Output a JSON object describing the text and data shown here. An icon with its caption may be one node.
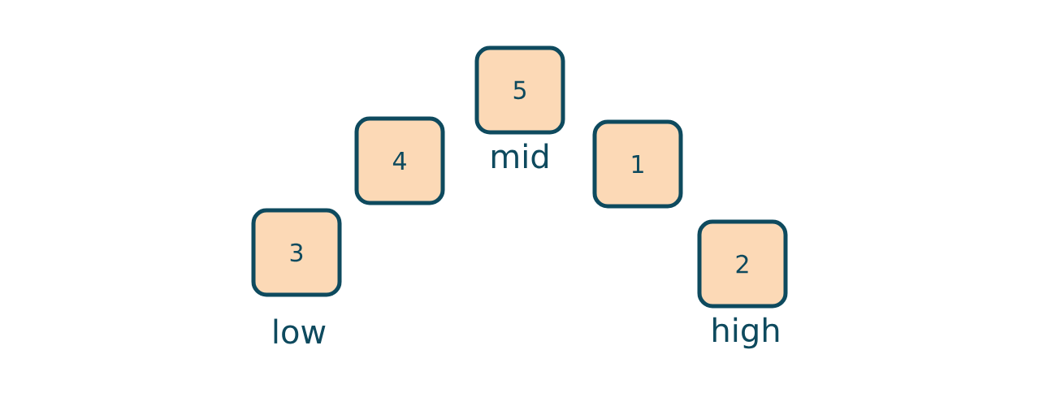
{
  "diagram": {
    "nodes": [
      {
        "text": [
          "3"
        ],
        "beside": [
          "low"
        ]
      },
      {
        "text": [
          "4"
        ]
      },
      {
        "text": [
          "5"
        ],
        "beside": [
          "mid"
        ]
      },
      {
        "text": [
          "1"
        ]
      },
      {
        "text": [
          "2"
        ],
        "beside": [
          "high"
        ]
      }
    ]
  }
}
